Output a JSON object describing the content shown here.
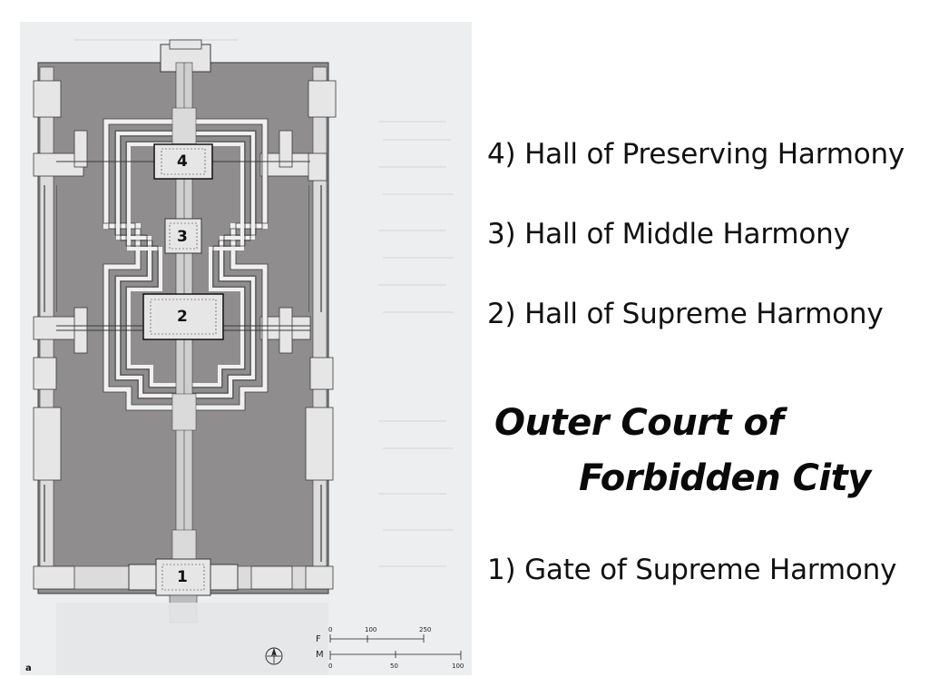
{
  "labels": {
    "hall4": "4) Hall of Preserving Harmony",
    "hall3": "3) Hall of Middle Harmony",
    "hall2": "2) Hall of Supreme Harmony",
    "gate1": "1) Gate of Supreme Harmony"
  },
  "title": {
    "line1": "Outer Court of",
    "line2": "Forbidden City"
  },
  "plan": {
    "numbers": [
      "1",
      "2",
      "3",
      "4"
    ],
    "figure_label": "a",
    "scale": {
      "feet_label": "F",
      "meters_label": "M",
      "feet_ticks": [
        "0",
        "100",
        "250"
      ],
      "meter_ticks": [
        "0",
        "50",
        "100"
      ]
    }
  },
  "colors": {
    "paving": "#8f8d8e",
    "pavement_light": "#dcdcdc",
    "building": "#e6e6e6",
    "outline": "#3a3a3a",
    "background_page": "#eceef0"
  }
}
